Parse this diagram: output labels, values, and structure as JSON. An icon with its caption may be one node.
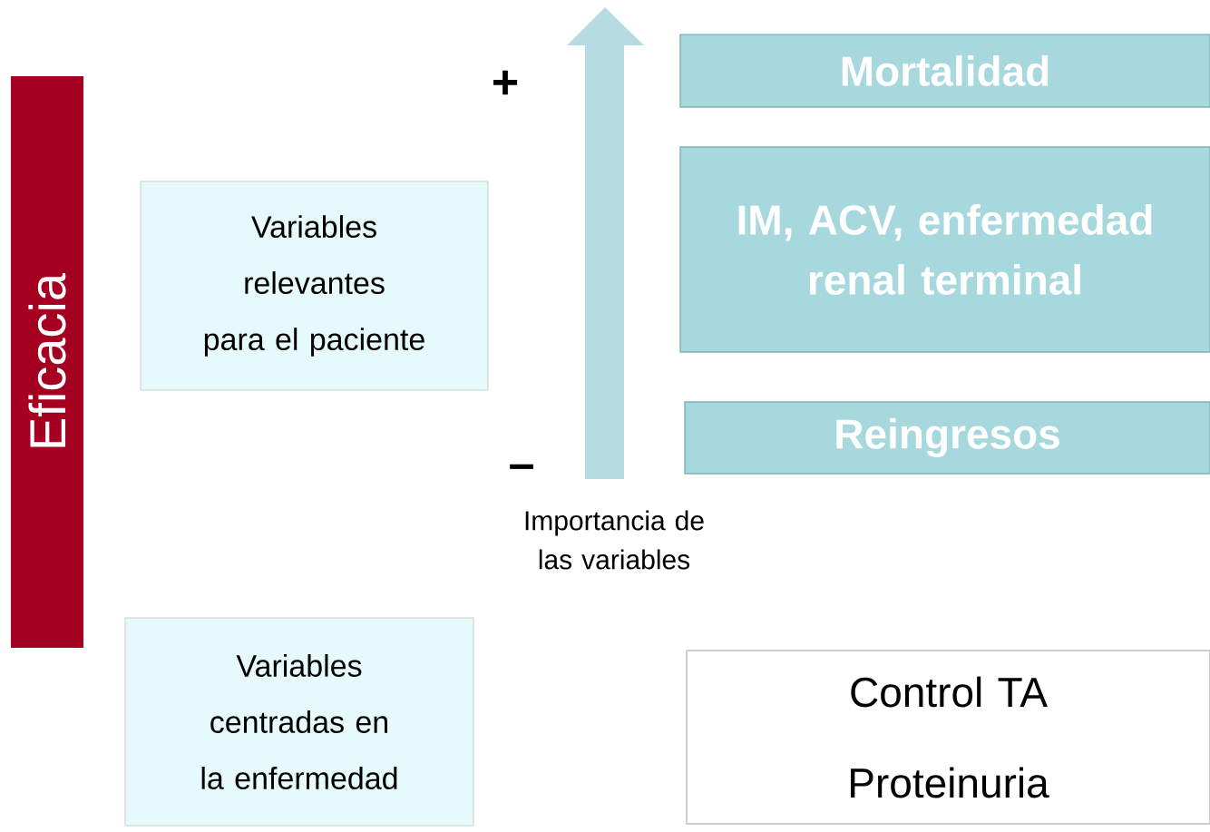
{
  "diagram": {
    "nodes": [
      {
        "text": [
          "Eficacia"
        ]
      },
      {
        "text": [
          "Variables relevantes para el paciente"
        ]
      },
      {
        "text": [
          "Mortalidad"
        ]
      },
      {
        "text": [
          "IM, ACV, enfermedad renal terminal"
        ]
      },
      {
        "text": [
          "Reingresos"
        ]
      },
      {
        "text": [
          "Variables centradas en la enfermedad"
        ]
      },
      {
        "text": [
          "Control TA",
          "Proteinuria"
        ]
      }
    ],
    "labels": [
      "+",
      "–",
      "Importancia de las variables"
    ]
  }
}
